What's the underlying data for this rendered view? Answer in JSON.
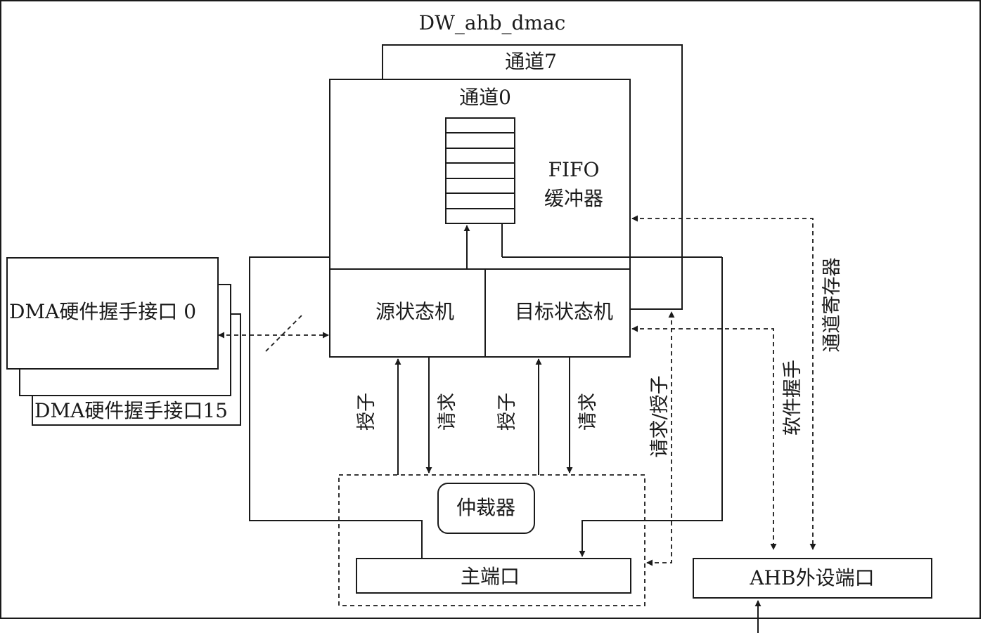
{
  "diagram": {
    "title": "DW_ahb_dmac",
    "channel7_label": "通道7",
    "channel0_label": "通道0",
    "fifo_label_line1": "FIFO",
    "fifo_label_line2": "缓冲器",
    "dma_hs_front_label": "DMA硬件握手接口 0",
    "dma_hs_back_label": "DMA硬件握手接口15",
    "src_fsm_label": "源状态机",
    "dst_fsm_label": "目标状态机",
    "grant_label": "授子",
    "request_label": "请求",
    "req_grant_label": "请求/授子",
    "sw_handshake_label": "软件握手",
    "ch_registers_label": "通道寄存器",
    "arbiter_label": "仲裁器",
    "master_port_label": "主端口",
    "ahb_port_label": "AHB外设端口"
  }
}
